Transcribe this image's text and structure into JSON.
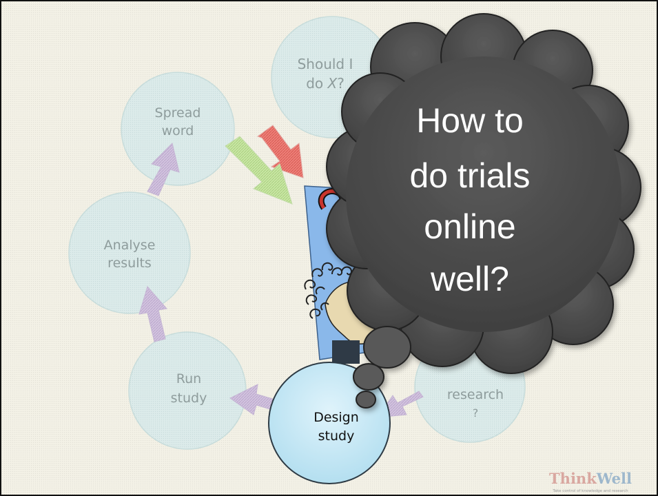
{
  "cycle": {
    "should_i_do": {
      "line1": "Should I",
      "line2_prefix": "do ",
      "line2_var": "X",
      "line2_suffix": "?"
    },
    "spread_word": {
      "line1": "Spread",
      "line2": "word"
    },
    "analyse_results": {
      "line1": "Analyse",
      "line2": "results"
    },
    "run_study": {
      "line1": "Run",
      "line2": "study"
    },
    "design_study": {
      "line1": "Design",
      "line2": "study"
    },
    "research": {
      "line1": "research",
      "line2": "?"
    }
  },
  "thought": {
    "line1": "How to",
    "line2": "do trials",
    "line3": "online",
    "line4": "well?"
  },
  "logo": {
    "name_part1": "Think",
    "name_part2": "Well",
    "tagline": "Take control of knowledge and research"
  },
  "colors": {
    "faded_circle": "#dcebea",
    "design_circle": "#bfe6f4",
    "faded_arrow": "#cbb9d9",
    "cloud": "#4f4f4f",
    "cloud_text": "#ffffff",
    "faded_text": "#8c9a9a",
    "accent_red": "#e0574f",
    "accent_green": "#b8e08a"
  }
}
